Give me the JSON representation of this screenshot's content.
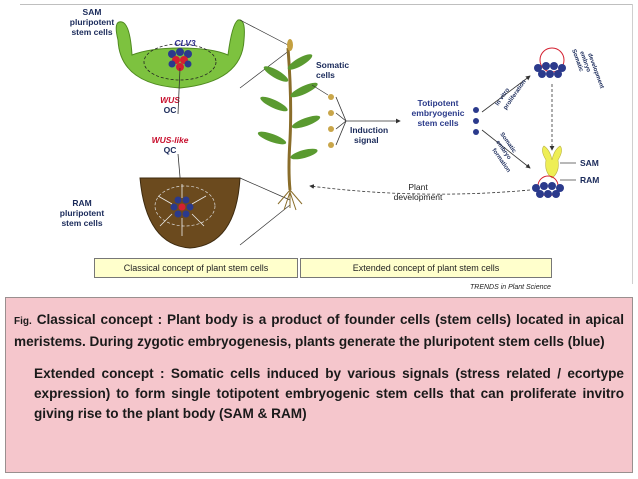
{
  "diagram": {
    "sam_label": [
      "SAM",
      "pluripotent",
      "stem cells"
    ],
    "clv3": "CLV3",
    "wus": "WUS",
    "oc": "OC",
    "wus_like": "WUS-like",
    "qc": "QC",
    "ram_label": [
      "RAM",
      "pluripotent",
      "stem cells"
    ],
    "somatic_cells": [
      "Somatic",
      "cells"
    ],
    "induction_signal": [
      "Induction",
      "signal"
    ],
    "totipotent": [
      "Totipotent",
      "embryogenic",
      "stem cells"
    ],
    "in_vitro": [
      "In vitro",
      "proliferation"
    ],
    "somatic_embryo_1": [
      "Somatic",
      "embryo",
      "development"
    ],
    "somatic_embryo_2": [
      "Somatic",
      "embryo",
      "formation"
    ],
    "plant_development": [
      "Plant",
      "development"
    ],
    "sam_right": "SAM",
    "ram_right": "RAM",
    "colors": {
      "shoot": "#7dc23f",
      "root": "#6b4a1e",
      "stem_cell_blue": "#2b3a8c",
      "red_cell": "#d42030",
      "yellow": "#eeee55"
    }
  },
  "concepts": {
    "classical": "Classical concept of plant stem cells",
    "extended": "Extended concept of plant stem cells",
    "source": "TRENDS in Plant Science"
  },
  "caption": {
    "fig": "Fig.",
    "para1": " Classical concept : Plant body is a product of founder cells (stem cells) located in apical meristems. During zygotic embryogenesis, plants generate the pluripotent stem cells (blue)",
    "para2": "Extended concept : Somatic cells induced by various signals (stress related / ecortype expression) to form single totipotent embryogenic stem cells that can proliferate invitro giving rise to the plant body (SAM & RAM)"
  }
}
